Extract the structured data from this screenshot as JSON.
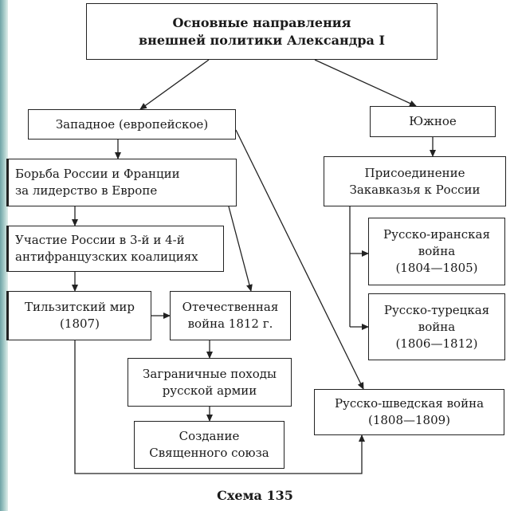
{
  "title": "Основные направления\nвнешней политики Александра I",
  "west": "Западное (европейское)",
  "south": "Южное",
  "struggle": "Борьба России и Франции\nза лидерство в Европе",
  "coalitions": "Участие России в 3-й и 4-й\nантифранцузских коалициях",
  "tilsit": "Тильзитский мир\n(1807)",
  "patriotic": "Отечественная\nвойна 1812 г.",
  "campaigns": "Заграничные походы\nрусской армии",
  "holy": "Создание\nСвященного союза",
  "swedish": "Русско-шведская война\n(1808—1809)",
  "caucasus": "Присоединение\nЗакавказья к России",
  "iran": "Русско-иранская\nвойна\n(1804—1805)",
  "turkey": "Русско-турецкая\nвойна\n(1806—1812)",
  "caption": "Схема 135"
}
